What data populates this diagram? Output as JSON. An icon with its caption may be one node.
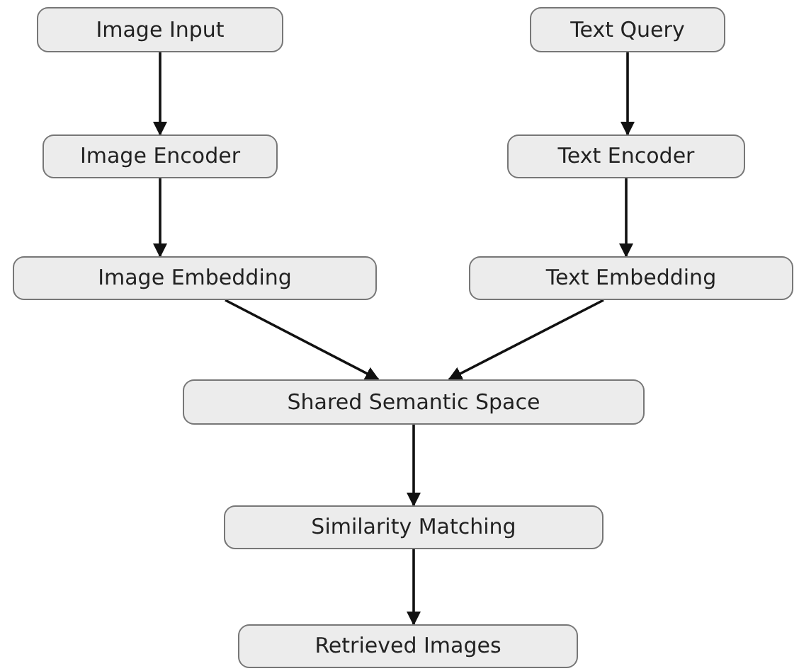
{
  "diagram": {
    "nodes": [
      {
        "text": [
          "Image Input"
        ]
      },
      {
        "text": [
          "Text Query"
        ]
      },
      {
        "text": [
          "Image Encoder"
        ]
      },
      {
        "text": [
          "Text Encoder"
        ]
      },
      {
        "text": [
          "Image Embedding"
        ]
      },
      {
        "text": [
          "Text Embedding"
        ]
      },
      {
        "text": [
          "Shared Semantic Space"
        ]
      },
      {
        "text": [
          "Similarity Matching"
        ]
      },
      {
        "text": [
          "Retrieved Images"
        ]
      }
    ],
    "edges": [
      {
        "from": 0,
        "to": 2,
        "arrow": "to"
      },
      {
        "from": 2,
        "to": 4,
        "arrow": "to"
      },
      {
        "from": 1,
        "to": 3,
        "arrow": "to"
      },
      {
        "from": 3,
        "to": 5,
        "arrow": "to"
      },
      {
        "from": 4,
        "to": 6,
        "arrow": "to"
      },
      {
        "from": 5,
        "to": 6,
        "arrow": "to"
      },
      {
        "from": 6,
        "to": 7,
        "arrow": "to"
      },
      {
        "from": 7,
        "to": 8,
        "arrow": "to"
      }
    ]
  }
}
